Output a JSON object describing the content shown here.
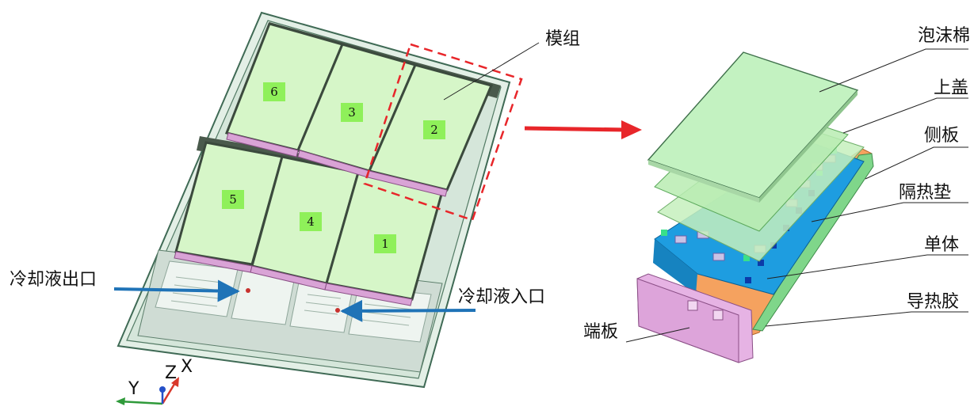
{
  "pack_view": {
    "module_numbers": [
      "6",
      "3",
      "2",
      "5",
      "4",
      "1"
    ],
    "callout_module": "模组",
    "coolant_outlet": "冷却液出口",
    "coolant_inlet": "冷却液入口"
  },
  "module_view": {
    "labels": {
      "foam": "泡沫棉",
      "top_cover": "上盖",
      "side_plate": "侧板",
      "insulation_pad": "隔热垫",
      "cell": "单体",
      "thermal_glue": "导热胶",
      "end_plate": "端板"
    }
  },
  "axes": {
    "x": "X",
    "y": "Y",
    "z": "Z"
  },
  "colors": {
    "module_fill": "#d6f6c8",
    "tray_fill": "#e3efe6",
    "callout_box": "#e8262a",
    "arrow_red": "#e8262a",
    "coolant_arrow": "#1f73b7",
    "cell_blue": "#1e9de0",
    "end_plate": "#e6b3e4",
    "thermal_glue": "#f5a25f",
    "side_plate": "#7fd68a"
  }
}
